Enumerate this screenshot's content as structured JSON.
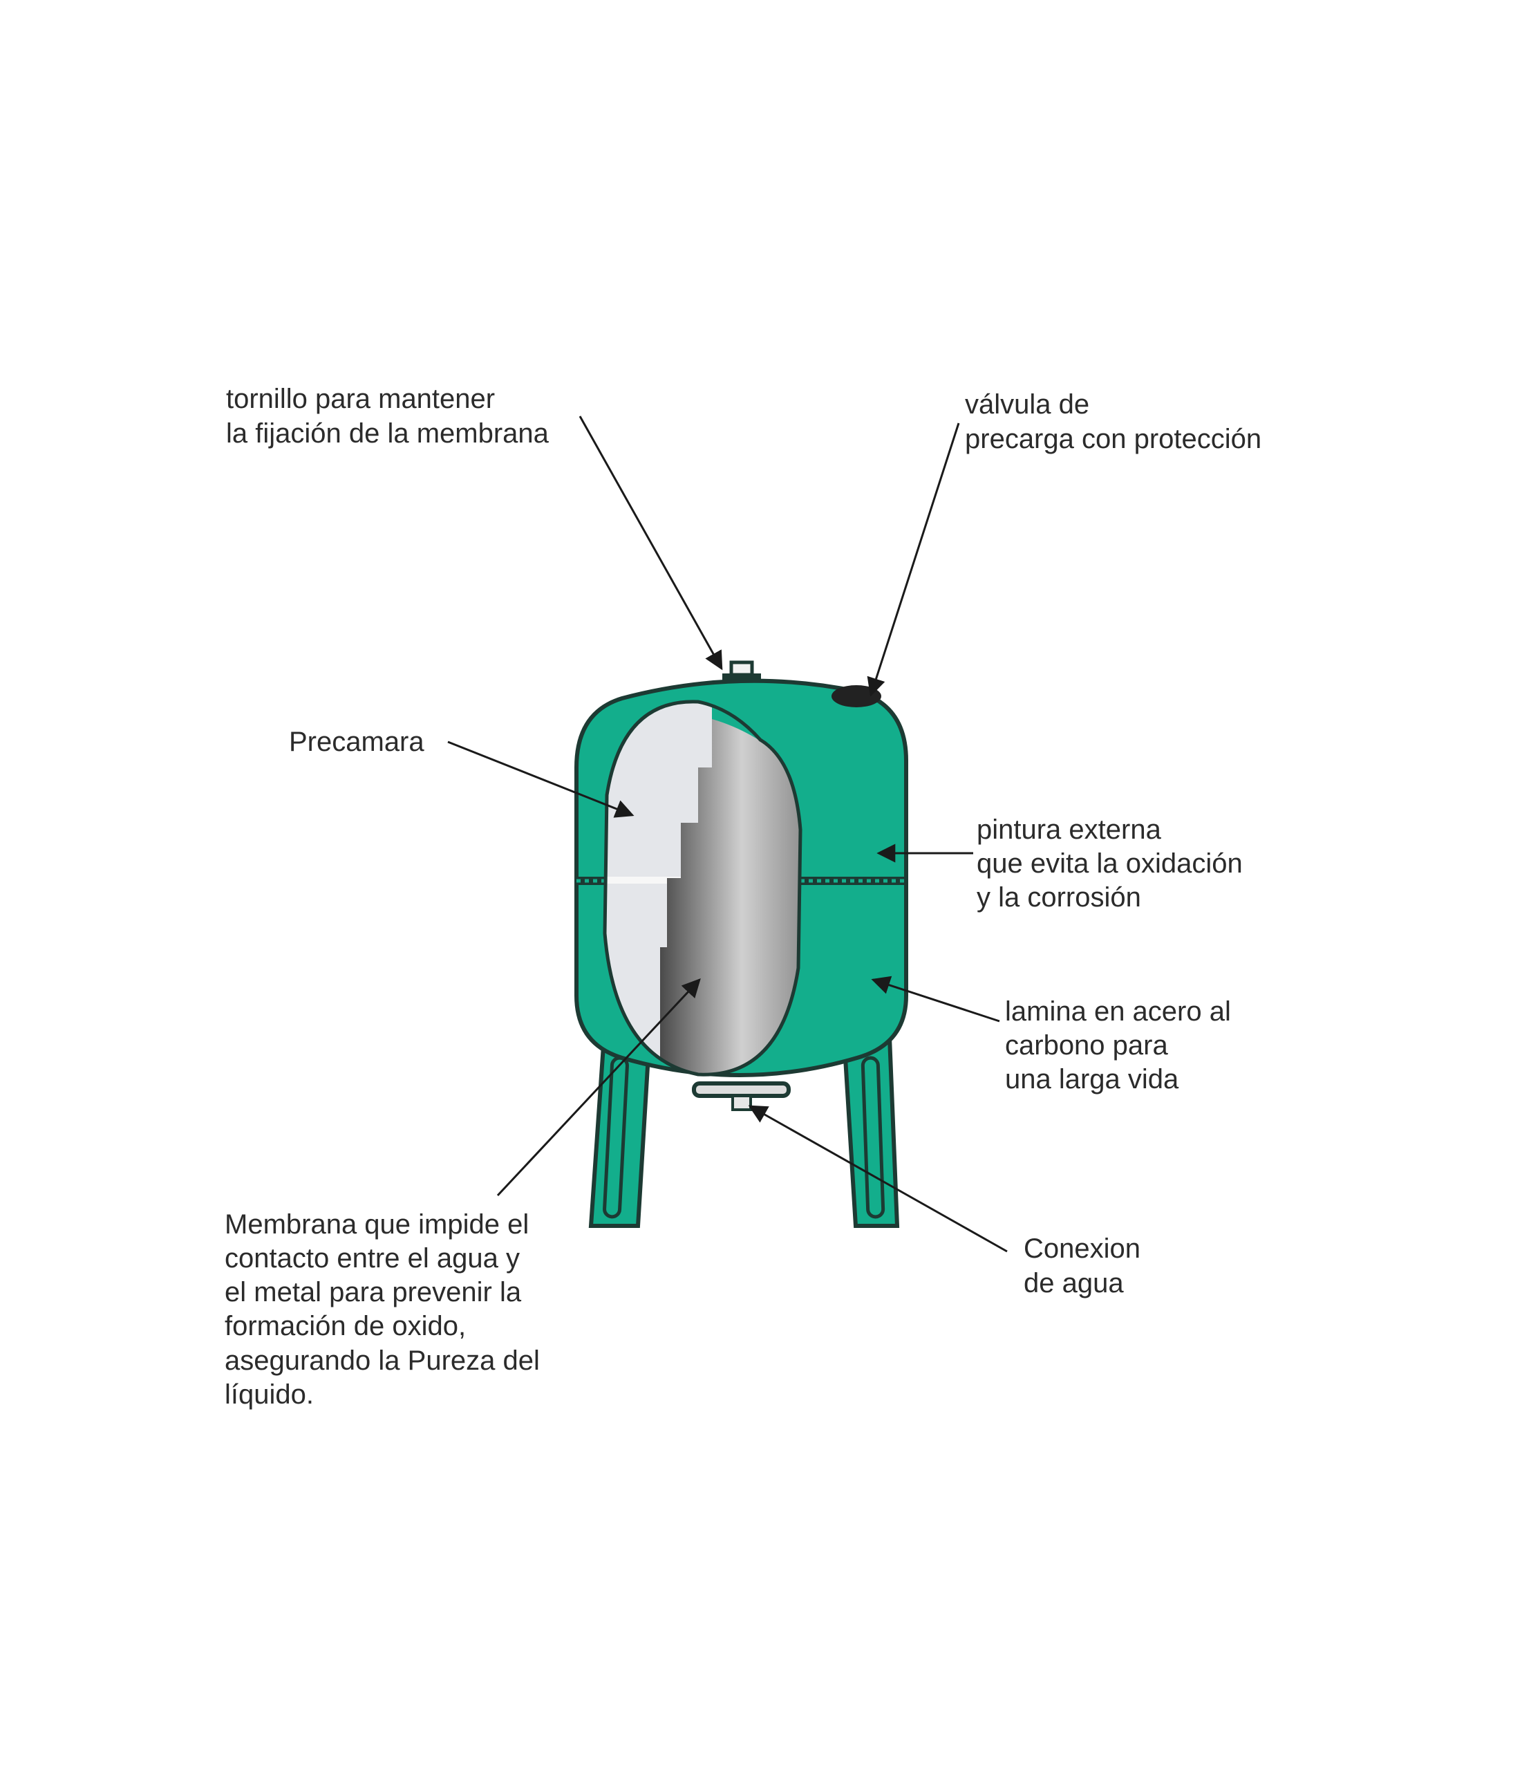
{
  "colors": {
    "tank_green": "#13ae8c",
    "outline": "#1d3a33",
    "text": "#2b2b2b",
    "membrane_light": "#e4e6ea"
  },
  "labels": {
    "tornillo": [
      "tornillo para mantener",
      "la fijación de la membrana"
    ],
    "valvula": [
      "válvula de",
      "precarga con protección"
    ],
    "precamara": [
      "Precamara"
    ],
    "pintura": [
      "pintura externa",
      "que evita la oxidación",
      "y la corrosión"
    ],
    "lamina": [
      "lamina en acero al",
      "carbono para",
      "una larga vida"
    ],
    "membrana": [
      "Membrana que impide el",
      "contacto entre el agua y",
      "el metal para prevenir la",
      "formación de oxido,",
      "asegurando la Pureza del",
      "líquido."
    ],
    "conexion": [
      "Conexion",
      "de agua"
    ]
  }
}
